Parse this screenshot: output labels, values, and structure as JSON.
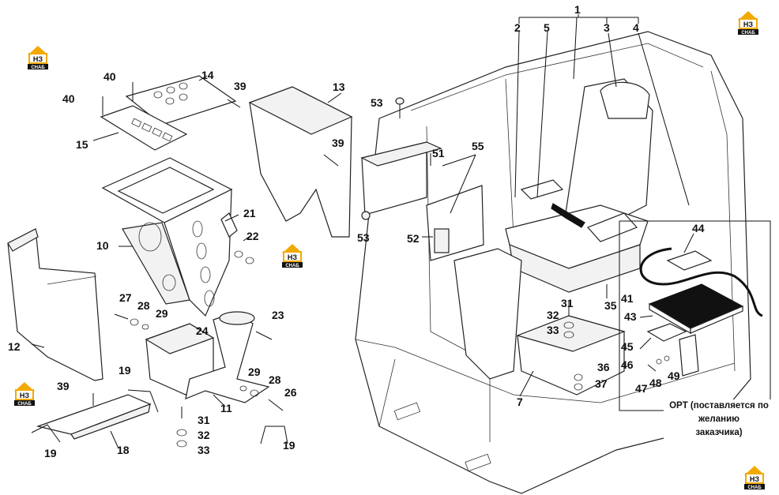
{
  "callouts": [
    {
      "id": "1",
      "label": "1"
    },
    {
      "id": "2",
      "label": "2"
    },
    {
      "id": "5",
      "label": "5"
    },
    {
      "id": "3",
      "label": "3"
    },
    {
      "id": "4",
      "label": "4"
    },
    {
      "id": "40a",
      "label": "40"
    },
    {
      "id": "14",
      "label": "14"
    },
    {
      "id": "40b",
      "label": "40"
    },
    {
      "id": "39a",
      "label": "39"
    },
    {
      "id": "13",
      "label": "13"
    },
    {
      "id": "53a",
      "label": "53"
    },
    {
      "id": "15",
      "label": "15"
    },
    {
      "id": "39b",
      "label": "39"
    },
    {
      "id": "51",
      "label": "51"
    },
    {
      "id": "55",
      "label": "55"
    },
    {
      "id": "21",
      "label": "21"
    },
    {
      "id": "22",
      "label": "22"
    },
    {
      "id": "10",
      "label": "10"
    },
    {
      "id": "53b",
      "label": "53"
    },
    {
      "id": "52",
      "label": "52"
    },
    {
      "id": "44",
      "label": "44"
    },
    {
      "id": "27",
      "label": "27"
    },
    {
      "id": "28a",
      "label": "28"
    },
    {
      "id": "29a",
      "label": "29"
    },
    {
      "id": "31a",
      "label": "31"
    },
    {
      "id": "35",
      "label": "35"
    },
    {
      "id": "41",
      "label": "41"
    },
    {
      "id": "32a",
      "label": "32"
    },
    {
      "id": "43",
      "label": "43"
    },
    {
      "id": "24",
      "label": "24"
    },
    {
      "id": "23",
      "label": "23"
    },
    {
      "id": "33a",
      "label": "33"
    },
    {
      "id": "12",
      "label": "12"
    },
    {
      "id": "45",
      "label": "45"
    },
    {
      "id": "46",
      "label": "46"
    },
    {
      "id": "19a",
      "label": "19"
    },
    {
      "id": "29b",
      "label": "29"
    },
    {
      "id": "36",
      "label": "36"
    },
    {
      "id": "49",
      "label": "49"
    },
    {
      "id": "28b",
      "label": "28"
    },
    {
      "id": "48",
      "label": "48"
    },
    {
      "id": "47",
      "label": "47"
    },
    {
      "id": "37",
      "label": "37"
    },
    {
      "id": "39c",
      "label": "39"
    },
    {
      "id": "26",
      "label": "26"
    },
    {
      "id": "7",
      "label": "7"
    },
    {
      "id": "11",
      "label": "11"
    },
    {
      "id": "31b",
      "label": "31"
    },
    {
      "id": "32b",
      "label": "32"
    },
    {
      "id": "18",
      "label": "18"
    },
    {
      "id": "19b",
      "label": "19"
    },
    {
      "id": "33b",
      "label": "33"
    },
    {
      "id": "19c",
      "label": "19"
    }
  ],
  "note": {
    "line1": "OPT (поставляется по",
    "line2": "желанию",
    "line3": "заказчика)"
  },
  "logo": {
    "text": "НЗ",
    "subtext": "СНАБ",
    "accent": "#f2a900"
  }
}
